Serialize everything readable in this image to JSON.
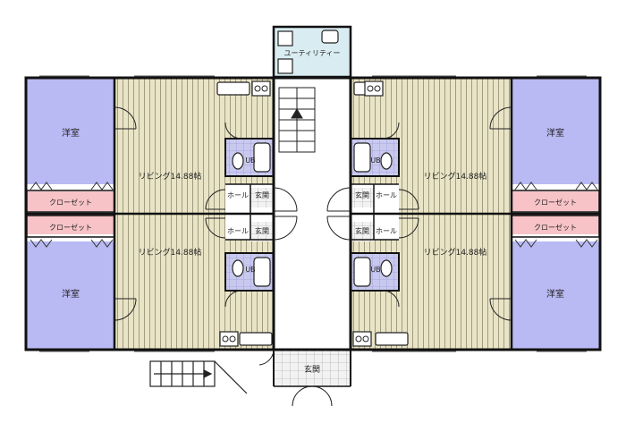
{
  "colors": {
    "western_room": "#b9b9f4",
    "closet": "#f7c3c7",
    "living_floor": "#e9e4c6",
    "bath_tile": "#c9c9ef",
    "wall": "#111111",
    "utility_fill": "#d9ecf2"
  },
  "rooms": {
    "western": "洋室",
    "closet": "クローゼット",
    "living": "リビング14.88帖",
    "bath": "UB",
    "hall": "ホール",
    "entrance": "玄関",
    "utility": "ユーティリティー"
  },
  "icons": [
    "toilet-icon",
    "bathtub-icon",
    "washbasin-icon",
    "stove-icon",
    "kitchen-sink-icon",
    "stairs-icon",
    "door-swing-icon"
  ]
}
